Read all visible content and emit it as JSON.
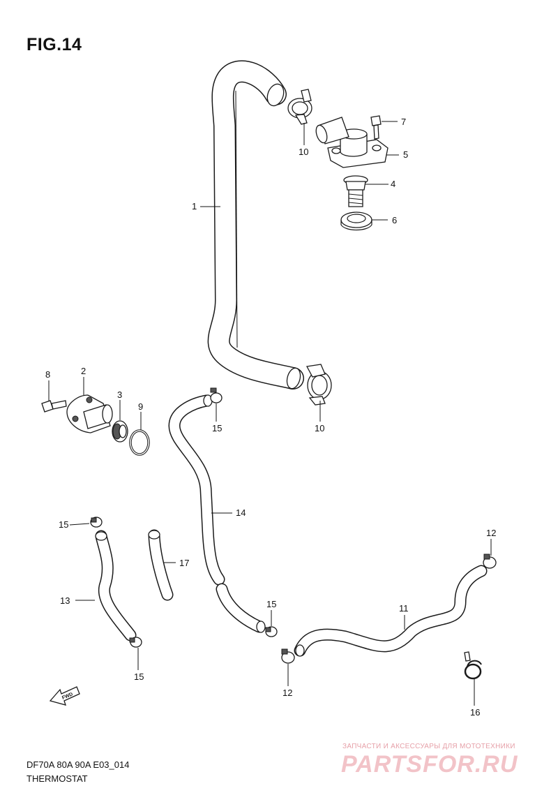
{
  "figure": {
    "title": "FIG.14"
  },
  "callouts": {
    "c1": "1",
    "c2": "2",
    "c3": "3",
    "c4": "4",
    "c5": "5",
    "c6": "6",
    "c7": "7",
    "c8": "8",
    "c9": "9",
    "c10a": "10",
    "c10b": "10",
    "c11": "11",
    "c12a": "12",
    "c12b": "12",
    "c13": "13",
    "c14": "14",
    "c15a": "15",
    "c15b": "15",
    "c15c": "15",
    "c15d": "15",
    "c16": "16",
    "c17": "17"
  },
  "fwd_arrow": {
    "label": "FWD"
  },
  "footer": {
    "code": "DF70A 80A 90A E03_014",
    "name": "THERMOSTAT"
  },
  "watermark": {
    "tagline": "ЗАПЧАСТИ И АКСЕССУАРЫ ДЛЯ МОТОТЕХНИКИ",
    "logo": "PARTSFOR.RU"
  }
}
